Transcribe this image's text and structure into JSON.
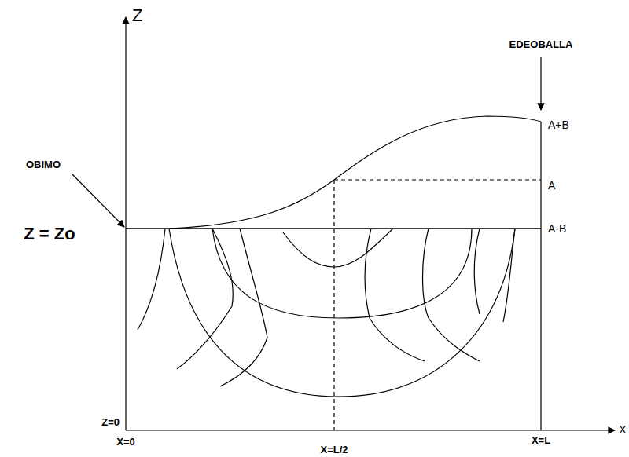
{
  "diagram": {
    "labels": [
      "Z",
      "EDEOBALLA",
      "OBIMO",
      "A+B",
      "A",
      "Z = Zo",
      "A-B",
      "Z=0",
      "X=0",
      "X=L/2",
      "X=L",
      "X"
    ]
  }
}
